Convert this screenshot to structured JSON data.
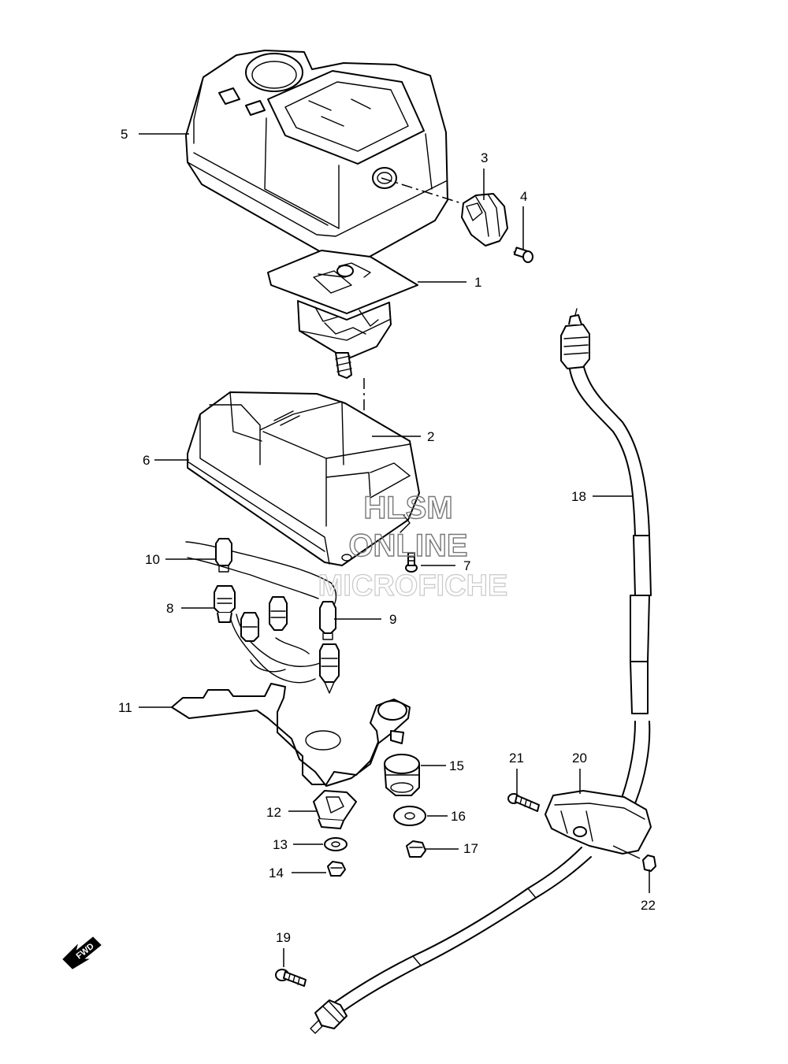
{
  "watermark": {
    "line1": "HLSM",
    "line2": "ONLINE",
    "line3": "MICROFICHE"
  },
  "direction_marker": {
    "label": "FWD",
    "icon": "fwd-arrow-icon"
  },
  "callouts": {
    "c1": "1",
    "c2": "2",
    "c3": "3",
    "c4": "4",
    "c5": "5",
    "c6": "6",
    "c7": "7",
    "c8": "8",
    "c9": "9",
    "c10": "10",
    "c11": "11",
    "c12": "12",
    "c13": "13",
    "c14": "14",
    "c15": "15",
    "c16": "16",
    "c17": "17",
    "c18": "18",
    "c19": "19",
    "c20": "20",
    "c21": "21",
    "c22": "22"
  }
}
